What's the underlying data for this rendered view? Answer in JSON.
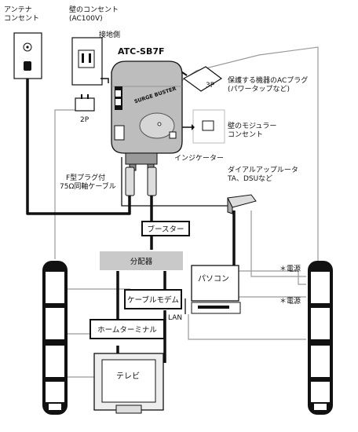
{
  "labels": {
    "antenna_outlet": [
      "アンテナ",
      "コンセント"
    ],
    "wall_outlet": [
      "壁のコンセント",
      "(AC100V)"
    ],
    "ground_side": "接地側",
    "model": "ATC-SB7F",
    "brand": "SURGE BUSTER",
    "plug_3p": "3P",
    "plug_2p": "2P",
    "protected_plug": [
      "保護する機器のACプラグ",
      "(パワータップなど)"
    ],
    "modular_outlet": [
      "壁のモジュラー",
      "コンセント"
    ],
    "indicator": "インジケーター",
    "f_plug_cable": [
      "F型プラグ付",
      "75Ω同軸ケーブル"
    ],
    "dialup_router": [
      "ダイアルアップルータ",
      "TA、DSUなど"
    ],
    "booster": "ブースター",
    "splitter": "分配器",
    "cable_modem": "ケーブルモデム",
    "pc": "パソコン",
    "lan": "LAN",
    "home_terminal": "ホームターミナル",
    "tv": "テレビ",
    "power1": "＊電源",
    "power2": "＊電源"
  }
}
